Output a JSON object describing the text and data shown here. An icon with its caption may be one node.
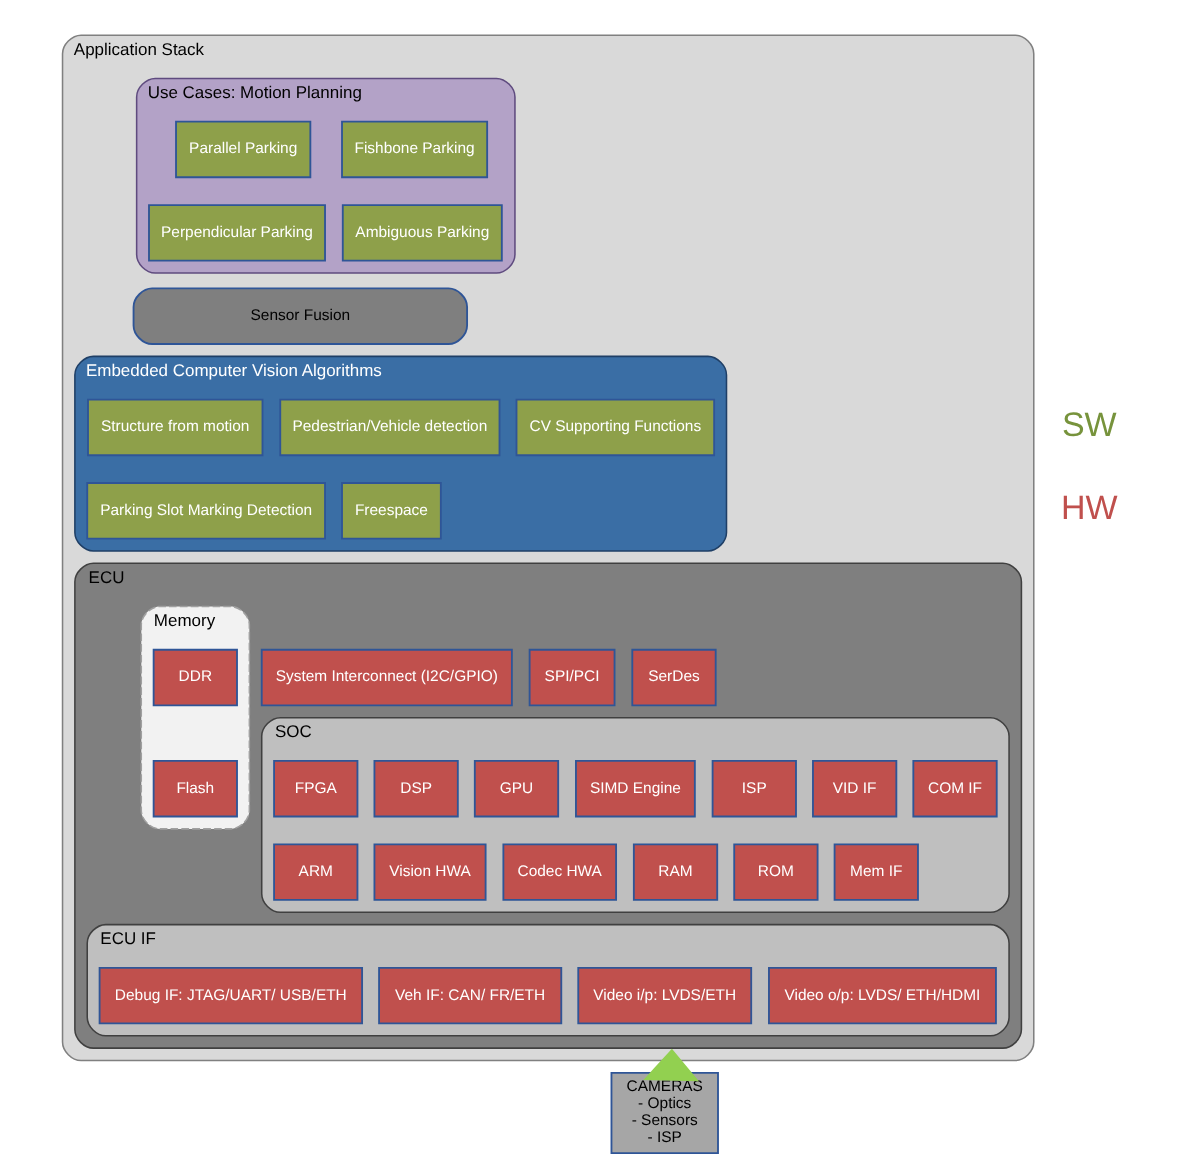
{
  "diagram": {
    "nodes": [
      {
        "text": [
          "Application Stack"
        ]
      },
      {
        "text": [
          "Use Cases: Motion Planning"
        ],
        "in": 0
      },
      {
        "text": [
          "Parallel Parking"
        ],
        "in": 1
      },
      {
        "text": [
          "Fishbone Parking"
        ],
        "in": 1
      },
      {
        "text": [
          "Perpendicular Parking"
        ],
        "in": 1
      },
      {
        "text": [
          "Ambiguous Parking"
        ],
        "in": 1
      },
      {
        "text": [
          "Sensor Fusion"
        ],
        "in": 0
      },
      {
        "text": [
          "Embedded Computer Vision Algorithms"
        ],
        "in": 0
      },
      {
        "text": [
          "Structure from motion"
        ],
        "in": 7
      },
      {
        "text": [
          "Pedestrian/Vehicle detection"
        ],
        "in": 7
      },
      {
        "text": [
          "Parking Slot Marking Detection"
        ],
        "in": 7
      },
      {
        "text": [
          "Freespace"
        ],
        "in": 7
      },
      {
        "text": [
          "CV Supporting Functions"
        ],
        "in": 7
      },
      {
        "text": [
          "ECU"
        ],
        "in": 0
      },
      {
        "text": [
          "Memory"
        ],
        "in": 13
      },
      {
        "text": [
          "DDR"
        ],
        "in": 14
      },
      {
        "text": [
          "Flash"
        ],
        "in": 14
      },
      {
        "text": [
          "System Interconnect (I2C/GPIO)"
        ],
        "in": 13
      },
      {
        "text": [
          "SPI/PCI"
        ],
        "in": 13
      },
      {
        "text": [
          "SerDes"
        ],
        "in": 13
      },
      {
        "text": [
          "SOC"
        ],
        "in": 13
      },
      {
        "text": [
          "FPGA"
        ],
        "in": 20
      },
      {
        "text": [
          "DSP"
        ],
        "in": 20
      },
      {
        "text": [
          "GPU"
        ],
        "in": 20
      },
      {
        "text": [
          "SIMD Engine"
        ],
        "in": 20
      },
      {
        "text": [
          "ISP"
        ],
        "in": 20
      },
      {
        "text": [
          "VID IF"
        ],
        "in": 20
      },
      {
        "text": [
          "COM IF"
        ],
        "in": 20
      },
      {
        "text": [
          "ARM"
        ],
        "in": 20
      },
      {
        "text": [
          "Vision HWA"
        ],
        "in": 20
      },
      {
        "text": [
          "Codec HWA"
        ],
        "in": 20
      },
      {
        "text": [
          "RAM"
        ],
        "in": 20
      },
      {
        "text": [
          "ROM"
        ],
        "in": 20
      },
      {
        "text": [
          "Mem IF"
        ],
        "in": 20
      },
      {
        "text": [
          "ECU IF"
        ],
        "in": 13
      },
      {
        "text": [
          "Debug IF: JTAG/UART/ USB/ETH"
        ],
        "in": 34
      },
      {
        "text": [
          "Veh IF: CAN/ FR/ETH"
        ],
        "in": 34
      },
      {
        "text": [
          "Video i/p: LVDS/ETH"
        ],
        "in": 34
      },
      {
        "text": [
          "Video o/p: LVDS/ ETH/HDMI"
        ],
        "in": 34
      },
      {
        "text": [
          "CAMERAS",
          "- Optics",
          "- Sensors",
          "- ISP"
        ]
      }
    ],
    "edges": [
      {
        "from": 39,
        "to": 0,
        "arrow": "to",
        "style": "thick",
        "color": "#92d050"
      }
    ],
    "labels": [
      "SW",
      "HW"
    ]
  }
}
